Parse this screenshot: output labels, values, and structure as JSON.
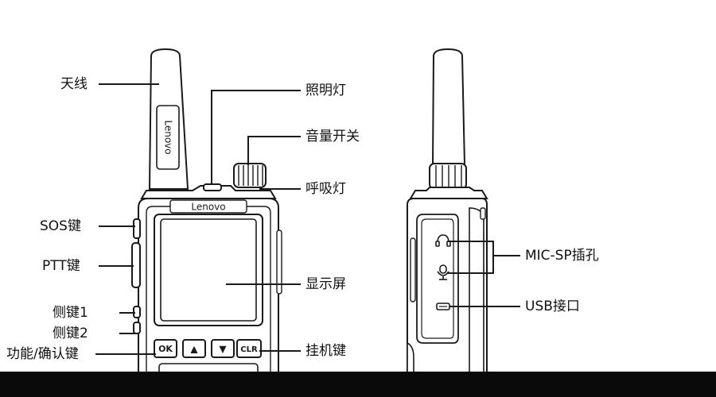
{
  "labels": {
    "antenna": "天线",
    "flashlight": "照明灯",
    "volume_switch": "音量开关",
    "breathing_light": "呼吸灯",
    "sos_key": "SOS键",
    "ptt_key": "PTT键",
    "side_key_1": "侧键1",
    "side_key_2": "侧键2",
    "function_confirm_key": "功能/确认键",
    "display": "显示屏",
    "hangup_key": "挂机键",
    "mic_sp_jack": "MIC-SP插孔",
    "usb_port": "USB接口"
  },
  "device": {
    "antenna_logo": "Lenovo",
    "front_logo": "Lenovo",
    "buttons": {
      "ok": "OK",
      "up": "▲",
      "down": "▼",
      "clr": "CLR"
    }
  },
  "colors": {
    "stroke": "#1a1a1a",
    "fill": "#ffffff",
    "screen_fill": "#ffffff",
    "bottom_bar": "#0a0a0a"
  }
}
